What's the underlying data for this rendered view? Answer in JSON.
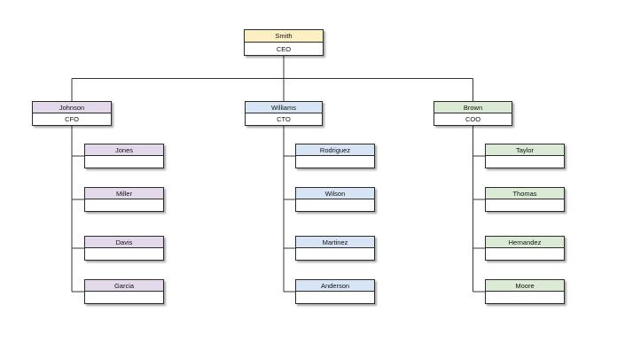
{
  "colors": {
    "ceo": "#fdefc4",
    "finance": "#e4d9ea",
    "technology": "#d6e4f4",
    "operations": "#dbead4",
    "line": "#333333"
  },
  "ceo": {
    "name": "Smith",
    "title": "CEO"
  },
  "executives": [
    {
      "name": "Johnson",
      "title": "CFO",
      "theme": "finance",
      "reports": [
        {
          "name": "Jones",
          "title": ""
        },
        {
          "name": "Miller",
          "title": ""
        },
        {
          "name": "Davis",
          "title": ""
        },
        {
          "name": "Garcia",
          "title": ""
        }
      ]
    },
    {
      "name": "Williams",
      "title": "CTO",
      "theme": "technology",
      "reports": [
        {
          "name": "Rodriguez",
          "title": ""
        },
        {
          "name": "Wilson",
          "title": ""
        },
        {
          "name": "Martinez",
          "title": ""
        },
        {
          "name": "Anderson",
          "title": ""
        }
      ]
    },
    {
      "name": "Brown",
      "title": "COO",
      "theme": "operations",
      "reports": [
        {
          "name": "Taylor",
          "title": ""
        },
        {
          "name": "Thomas",
          "title": ""
        },
        {
          "name": "Hernandez",
          "title": ""
        },
        {
          "name": "Moore",
          "title": ""
        }
      ]
    }
  ]
}
